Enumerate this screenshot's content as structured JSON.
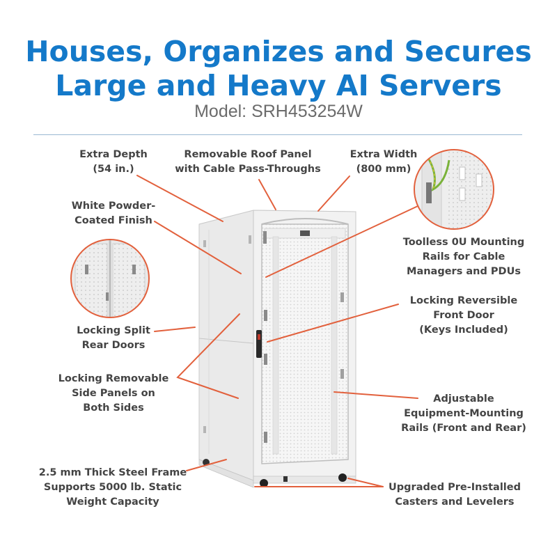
{
  "header": {
    "title_line1": "Houses, Organizes and Secures",
    "title_line2": "Large and Heavy AI Servers",
    "model": "Model: SRH453254W"
  },
  "callouts": {
    "extra_depth": [
      "Extra Depth",
      "(54 in.)"
    ],
    "roof_panel": [
      "Removable Roof Panel",
      "with Cable Pass-Throughs"
    ],
    "extra_width": [
      "Extra Width",
      "(800 mm)"
    ],
    "powder_coat": [
      "White Powder-",
      "Coated Finish"
    ],
    "toolless_rails": [
      "Toolless 0U Mounting",
      "Rails for Cable",
      "Managers and PDUs"
    ],
    "split_rear_doors": [
      "Locking Split",
      "Rear Doors"
    ],
    "front_door": [
      "Locking Reversible",
      "Front Door",
      "(Keys Included)"
    ],
    "side_panels": [
      "Locking Removable",
      "Side Panels on",
      "Both Sides"
    ],
    "equipment_rails": [
      "Adjustable",
      "Equipment-Mounting",
      "Rails (Front and Rear)"
    ],
    "steel_frame": [
      "2.5 mm Thick Steel Frame",
      "Supports 5000 lb. Static",
      "Weight Capacity"
    ],
    "casters": [
      "Upgraded Pre-Installed",
      "Casters and Levelers"
    ]
  },
  "colors": {
    "title": "#1479c9",
    "callout_line": "#e2603c",
    "text": "#444444",
    "rack": "#f1f1f1"
  }
}
